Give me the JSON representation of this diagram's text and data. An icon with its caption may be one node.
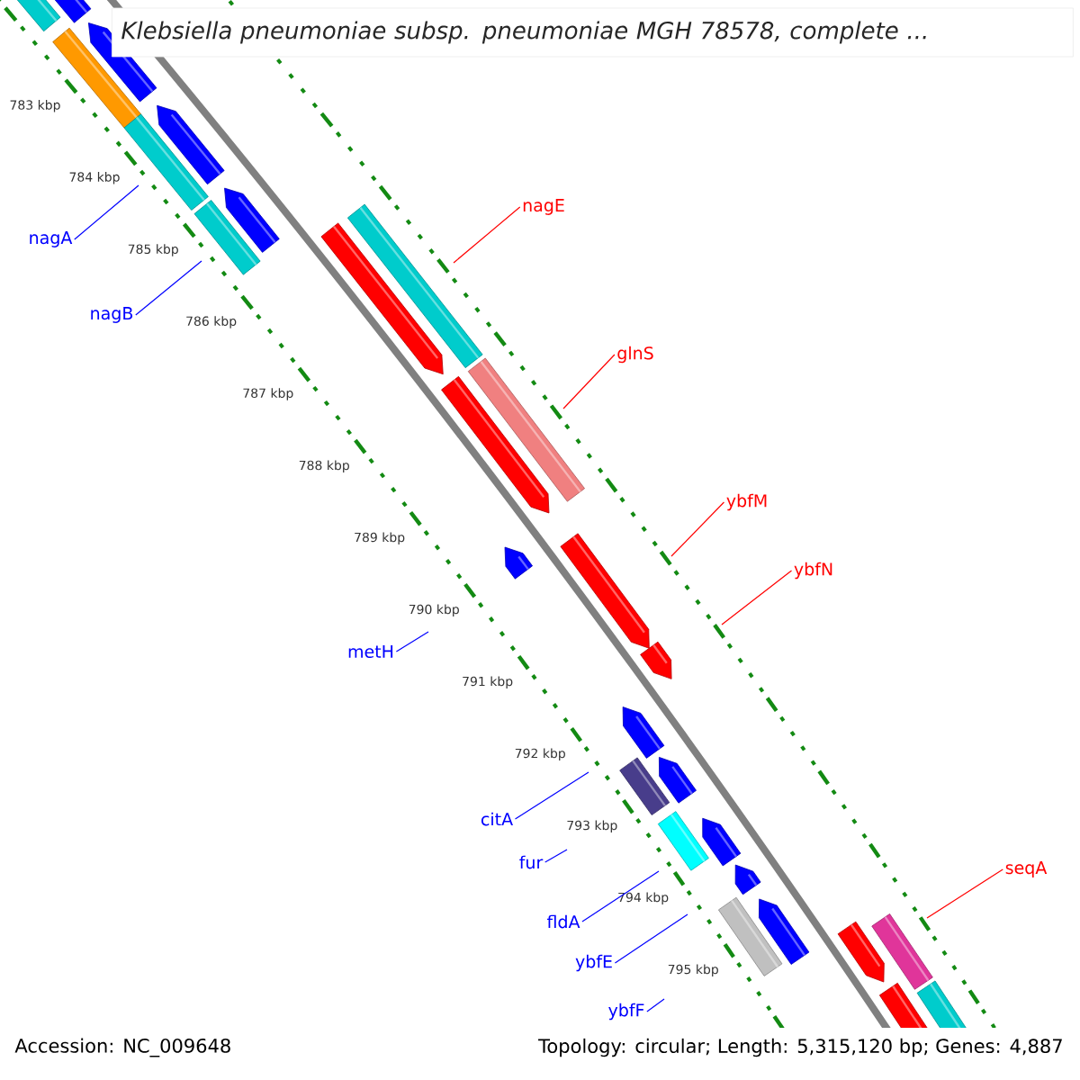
{
  "diagram": {
    "title": "Klebsiella pneumoniae subsp. pneumoniae MGH 78578, complete ...",
    "nodes": [
      {
        "text": [
          "nagE"
        ]
      },
      {
        "text": [
          "nagA"
        ]
      },
      {
        "text": [
          "nagB"
        ]
      },
      {
        "text": [
          "glnS"
        ]
      },
      {
        "text": [
          "ybfM"
        ]
      },
      {
        "text": [
          "ybfN"
        ]
      },
      {
        "text": [
          "metH"
        ]
      },
      {
        "text": [
          "citA"
        ]
      },
      {
        "text": [
          "fur"
        ]
      },
      {
        "text": [
          "seqA"
        ]
      },
      {
        "text": [
          "fldA"
        ]
      },
      {
        "text": [
          "ybfE"
        ]
      },
      {
        "text": [
          "ybfF"
        ]
      }
    ],
    "edges": [
      {
        "from": 0,
        "to": null,
        "arrow": "none",
        "color": "#ff0000"
      },
      {
        "from": 1,
        "to": null,
        "arrow": "none"
      },
      {
        "from": 2,
        "to": null,
        "arrow": "none"
      },
      {
        "from": 3,
        "to": null,
        "arrow": "none",
        "color": "#ff0000"
      },
      {
        "from": 4,
        "to": null,
        "arrow": "none",
        "color": "#ff0000"
      },
      {
        "from": 5,
        "to": null,
        "arrow": "none",
        "color": "#ff0000"
      },
      {
        "from": 6,
        "to": null,
        "arrow": "none"
      },
      {
        "from": 7,
        "to": null,
        "arrow": "none"
      },
      {
        "from": 8,
        "to": null,
        "arrow": "none"
      },
      {
        "from": 9,
        "to": null,
        "arrow": "none",
        "color": "#ff0000"
      },
      {
        "from": 10,
        "to": null,
        "arrow": "none"
      },
      {
        "from": 11,
        "to": null,
        "arrow": "none"
      },
      {
        "from": 12,
        "to": null,
        "arrow": "none"
      }
    ],
    "labels": [
      "783 kbp",
      "784 kbp",
      "785 kbp",
      "786 kbp",
      "787 kbp",
      "788 kbp",
      "789 kbp",
      "790 kbp",
      "791 kbp",
      "792 kbp",
      "793 kbp",
      "794 kbp",
      "795 kbp",
      "Accession: NC_009648",
      "Topology: circular; Length: 5,315,120 bp; Genes: 4,887"
    ]
  }
}
